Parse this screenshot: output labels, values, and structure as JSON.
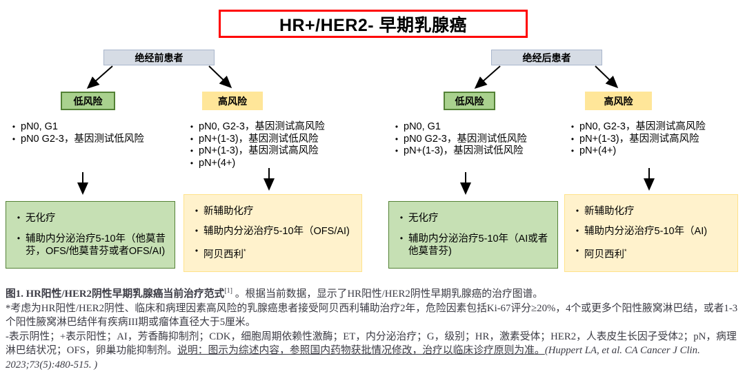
{
  "title": "HR+/HER2- 早期乳腺癌",
  "footnote_marker": "*",
  "colors": {
    "title_border": "#ff0000",
    "group_fill": "#d6dce5",
    "risk_low_fill": "#a9d18e",
    "risk_low_border": "#538135",
    "risk_high_fill": "#ffe699",
    "treatment_low_fill": "#c6e0b4",
    "treatment_high_fill": "#fff2cc"
  },
  "trees": {
    "pre": {
      "group_label": "绝经前患者",
      "low": {
        "label": "低风险",
        "criteria": [
          "pN0, G1",
          "pN0 G2-3，基因测试低风险"
        ],
        "treatments": [
          "无化疗",
          "辅助内分泌治疗5-10年（他莫昔芬，OFS/他莫昔芬或者OFS/AI)"
        ]
      },
      "high": {
        "label": "高风险",
        "criteria": [
          "pN0, G2-3，基因测试高风险",
          "pN+(1-3)，基因测试低风险",
          "pN+(1-3)，基因测试高风险",
          "pN+(4+)"
        ],
        "treatments": [
          "新辅助化疗",
          "辅助内分泌治疗5-10年（OFS/AI)",
          "阿贝西利"
        ]
      }
    },
    "post": {
      "group_label": "绝经后患者",
      "low": {
        "label": "低风险",
        "criteria": [
          "pN0, G1",
          "pN0 G2-3，基因测试低风险",
          "pN+(1-3)，基因测试低风险"
        ],
        "treatments": [
          "无化疗",
          "辅助内分泌治疗5-10年（AI或者他莫昔芬)"
        ]
      },
      "high": {
        "label": "高风险",
        "criteria": [
          "pN0, G2-3，基因测试高风险",
          "pN+(1-3)，基因测试高风险",
          "pN+(4+)"
        ],
        "treatments": [
          "新辅助化疗",
          "辅助内分泌治疗5-10年（AI)",
          "阿贝西利"
        ]
      }
    }
  },
  "caption": {
    "line1_bold": "图1. HR阳性/HER2阴性早期乳腺癌当前治疗范式",
    "line1_sup": "[1]",
    "line1_rest": " 。根据当前数据，显示了HR阳性/HER2阴性早期乳腺癌的治疗图谱。",
    "footnote1": "*考虑为HR阳性/HER2阴性、临床和病理因素高风险的乳腺癌患者接受阿贝西利辅助治疗2年，危险因素包括Ki-67评分≥20%，4个或更多个阳性腋窝淋巴结，或者1-3个阳性腋窝淋巴结伴有疾病III期或瘤体直径大于5厘米。",
    "abbrev": "-表示阴性；+表示阳性；AI，芳香酶抑制剂；CDK，细胞周期依赖性激酶；ET，内分泌治疗；G，级别；HR，激素受体；HER2，人表皮生长因子受体2；pN，病理淋巴结状况；OFS，卵巢功能抑制剂。",
    "note_underlined": "说明：图示为综述内容，参照国内药物获批情况修改，治疗以临床诊疗原则为准。",
    "reference": "(Huppert LA, et al. CA Cancer J Clin. 2023;73(5):480-515. )"
  }
}
